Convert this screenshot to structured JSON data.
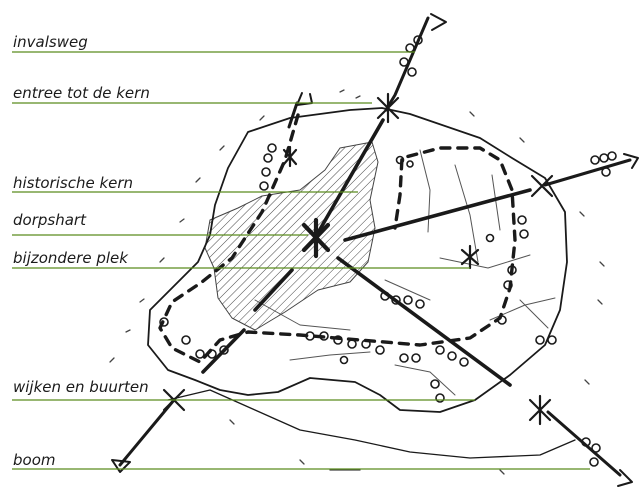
{
  "legend": {
    "leader_color": "#5b8c1f",
    "items": [
      {
        "id": "invalsweg",
        "label": "invalsweg"
      },
      {
        "id": "entree",
        "label": "entree tot de kern"
      },
      {
        "id": "historische-kern",
        "label": "historische kern"
      },
      {
        "id": "dorpshart",
        "label": "dorpshart"
      },
      {
        "id": "bijzondere-plek",
        "label": "bijzondere plek"
      },
      {
        "id": "wijken",
        "label": "wijken en buurten"
      },
      {
        "id": "boom",
        "label": "boom"
      }
    ]
  }
}
